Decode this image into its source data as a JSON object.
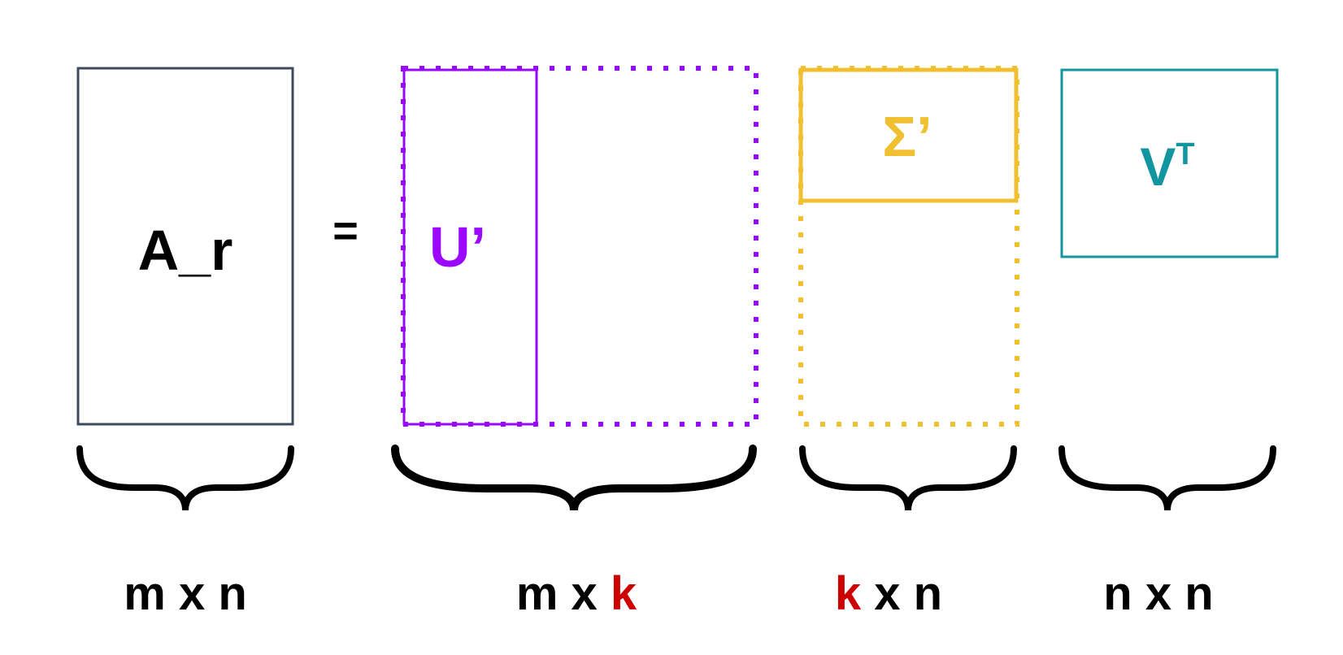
{
  "colors": {
    "a_box": "#3e4a5c",
    "u_accent": "#9a08ff",
    "sigma_accent": "#f0c030",
    "v_accent": "#11969f",
    "text": "#000000",
    "highlight": "#cc0000",
    "background": "#ffffff"
  },
  "matrices": {
    "a": {
      "label": "A_r"
    },
    "equals": "=",
    "u": {
      "label": "U’"
    },
    "sigma": {
      "label": "Σ’"
    },
    "v": {
      "label": "V",
      "superscript": "T"
    }
  },
  "dimensions": {
    "a": {
      "rows": "m",
      "sep": "x",
      "cols": "n"
    },
    "u": {
      "rows": "m",
      "sep": "x",
      "cols": "k"
    },
    "sigma": {
      "rows": "k",
      "sep": "x",
      "cols": "n"
    },
    "v": {
      "rows": "n",
      "sep": "x",
      "cols": "n"
    }
  }
}
